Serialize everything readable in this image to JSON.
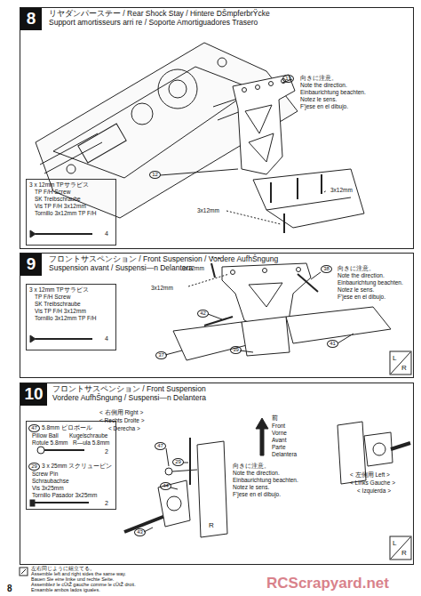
{
  "diagram": {
    "nodes": [
      {
        "text": [
          "リヤダンパーステー / Rear Shock Stay / Hintere DŠmpferbrŸcke",
          "Support amortisseurs arri re / Soporte Amortiguadores Trasero"
        ]
      },
      {
        "text": [
          "8"
        ],
        "in": 0
      },
      {
        "text": [
          "3 x 12mm TPサラビス",
          "TP F/H Screw",
          "SK Treibschraube",
          "Vis TP F/H 3x12mm",
          "Tornillo 3x12mm TP F/H",
          "4"
        ],
        "in": 0
      },
      {
        "text": [
          "フロントサスペンション / Front Suspension / Vordere AufhŠngung",
          "Suspension avant / Suspensi—n Delantera"
        ]
      },
      {
        "text": [
          "9"
        ],
        "in": 3
      },
      {
        "text": [
          "3 x 12mm TPサラビス",
          "TP F/H Screw",
          "SK Treibschraube",
          "Vis TP F/H 3x12mm",
          "Tornillo 3x12mm TP F/H",
          "4"
        ],
        "in": 3
      },
      {
        "text": [
          "フロントサスペンション / Front Suspension",
          "Vordere AufhŠngung / Suspensi—n Delantera"
        ]
      },
      {
        "text": [
          "10"
        ],
        "in": 6
      },
      {
        "text": [
          "47",
          "5.8mm ピロボール",
          "Pillow Ball",
          "Kugelschraube",
          "Rotule 5.8mm",
          "R—ula 5.8mm",
          "2",
          "29",
          "3 x 25mm スクリューピン",
          "Screw Pin",
          "Schraubachse",
          "Vis 3x25mm",
          "Tornillo Pasador 3x25mm",
          "2"
        ],
        "in": 6
      }
    ],
    "labels": [
      "13",
      "向きに注意。",
      "Note the direction.",
      "Einbaurichtung beachten.",
      "Notez le sens.",
      "F'jese en el dibujo.",
      "12",
      "3x12mm",
      "3x12mm",
      "3x12mm",
      "3x12mm",
      "38",
      "向きに注意。",
      "Note the direction.",
      "Einbaurichtung beachten.",
      "Notez le sens.",
      "F'jese en el dibujo.",
      "42",
      "37",
      "39",
      "41",
      "L",
      "R",
      "< 右側用  Right >",
      "< Rechts  Droite >",
      "< Derecha >",
      "47",
      "29",
      "44",
      "43",
      "R",
      "前",
      "Front",
      "Vorne",
      "Avant",
      "Parte",
      "Delantera",
      "向きに注意。",
      "Note the direction.",
      "Einbaurichtung beachten.",
      "Notez le sens.",
      "F'jese en el dibujo.",
      "< 左側用  Left >",
      "< Links  Gauche >",
      "< Izquierda >",
      "L",
      "R",
      "左右同じように組立てる。",
      "Assemble left and right sides the same way.",
      "Bauen Sie eine linke und rechte Seite.",
      "Assemblez le cÙtŽ gauche comme le cÙtŽ droit.",
      "Ensamble ambos lados iguales.",
      "8",
      "RCScrapyard.net"
    ]
  }
}
